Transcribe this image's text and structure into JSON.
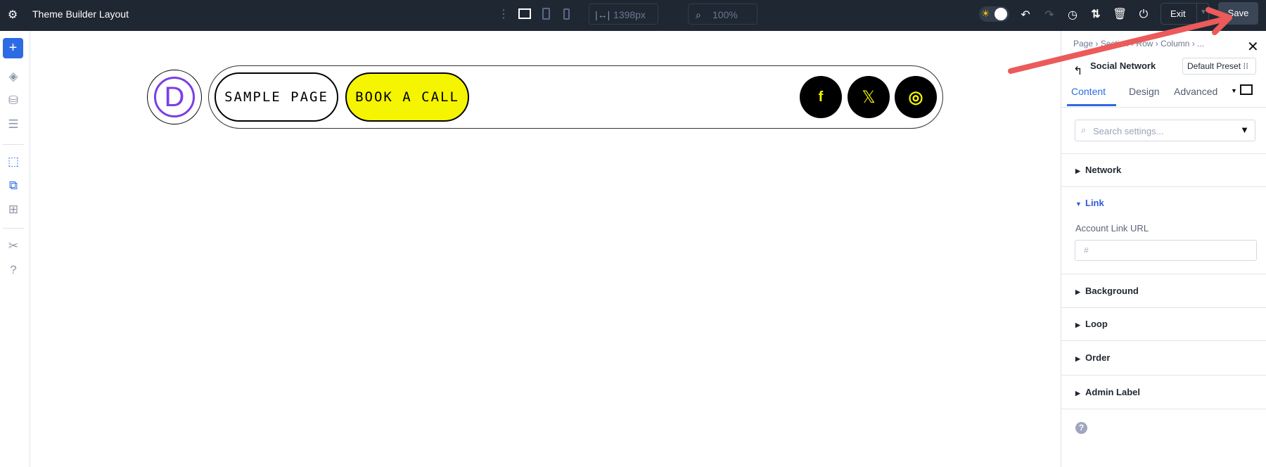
{
  "topbar": {
    "title": "Theme Builder Layout",
    "width_value": "1398px",
    "zoom_value": "100%",
    "exit_label": "Exit",
    "save_label": "Save"
  },
  "sidebar": {
    "icons": [
      "plus-icon",
      "layers-icon",
      "database-icon",
      "layout-icon",
      "select-icon",
      "multi-select-icon",
      "preview-icon",
      "tools-icon",
      "help-icon"
    ]
  },
  "canvas": {
    "logo_letter": "D",
    "nav": [
      {
        "label": "SAMPLE PAGE"
      },
      {
        "label": "BOOK A CALL"
      }
    ],
    "social": [
      "f",
      "𝕏",
      "◎"
    ],
    "accent": "#f5f500",
    "logo_color": "#7b3fe4"
  },
  "panel": {
    "breadcrumb": [
      "Page",
      "Section",
      "Row",
      "Column",
      "..."
    ],
    "module_title": "Social Network",
    "preset_label": "Default Preset",
    "tabs": [
      "Content",
      "Design",
      "Advanced"
    ],
    "search_placeholder": "Search settings...",
    "sections": {
      "network": "Network",
      "link": "Link",
      "account_link_label": "Account Link URL",
      "account_link_placeholder": "#",
      "background": "Background",
      "loop": "Loop",
      "order": "Order",
      "admin_label": "Admin Label"
    }
  },
  "colors": {
    "topbar": "#1f2733",
    "primary": "#2d6be4",
    "annotation_arrow": "#ec5a5a"
  }
}
